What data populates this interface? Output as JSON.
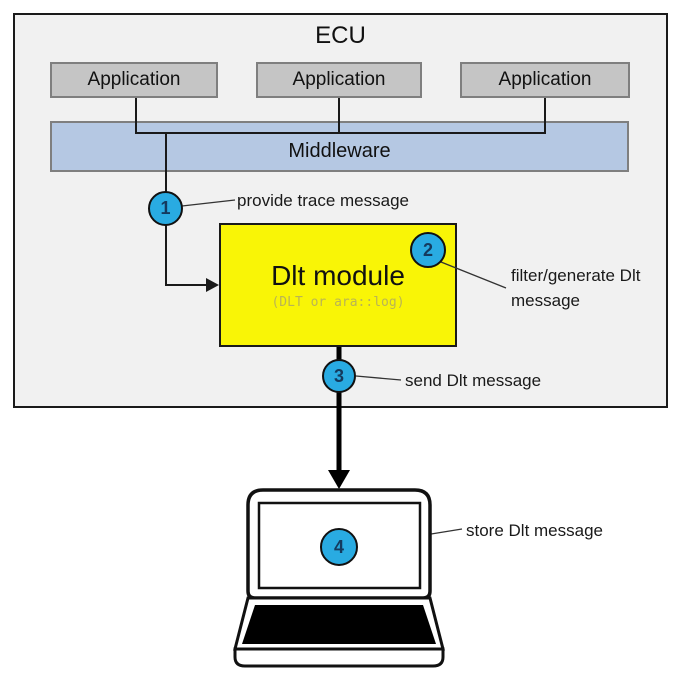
{
  "diagram": {
    "title": "ECU",
    "applications": [
      "Application",
      "Application",
      "Application"
    ],
    "middleware_label": "Middleware",
    "dlt_module": {
      "title": "Dlt module",
      "subtitle": "(DLT or ara::log)"
    },
    "steps": [
      {
        "number": "1",
        "label": "provide trace message"
      },
      {
        "number": "2",
        "label": "filter/generate Dlt message"
      },
      {
        "number": "3",
        "label": "send Dlt message"
      },
      {
        "number": "4",
        "label": "store Dlt message"
      }
    ],
    "colors": {
      "step_circle": "#29ABE2",
      "dlt_box": "#F9F506",
      "middleware_box": "#B5C8E3",
      "application_box": "#C5C5C5",
      "ecu_background": "#F1F1F1",
      "line": "#1a1a1a"
    }
  }
}
